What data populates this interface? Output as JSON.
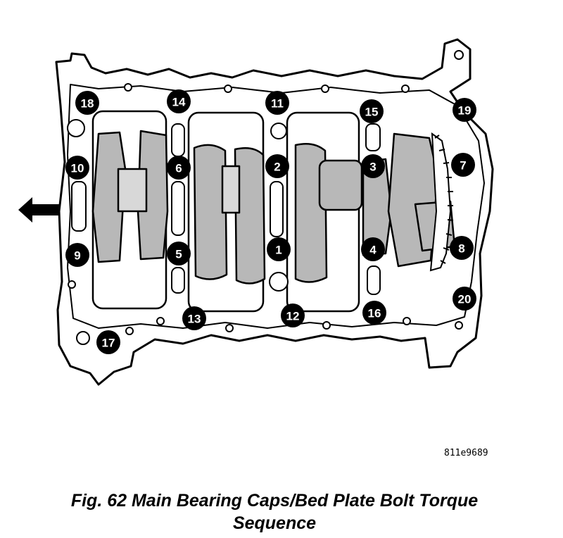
{
  "figure": {
    "caption_line1": "Fig. 62 Main Bearing Caps/Bed Plate Bolt Torque",
    "caption_line2": "Sequence",
    "reference_code": "811e9689"
  },
  "bolts": [
    {
      "label": "1"
    },
    {
      "label": "2"
    },
    {
      "label": "3"
    },
    {
      "label": "4"
    },
    {
      "label": "5"
    },
    {
      "label": "6"
    },
    {
      "label": "7"
    },
    {
      "label": "8"
    },
    {
      "label": "9"
    },
    {
      "label": "10"
    },
    {
      "label": "11"
    },
    {
      "label": "12"
    },
    {
      "label": "13"
    },
    {
      "label": "14"
    },
    {
      "label": "15"
    },
    {
      "label": "16"
    },
    {
      "label": "17"
    },
    {
      "label": "18"
    },
    {
      "label": "19"
    },
    {
      "label": "20"
    }
  ],
  "icons": {
    "direction_arrow": "left-arrow-icon"
  }
}
